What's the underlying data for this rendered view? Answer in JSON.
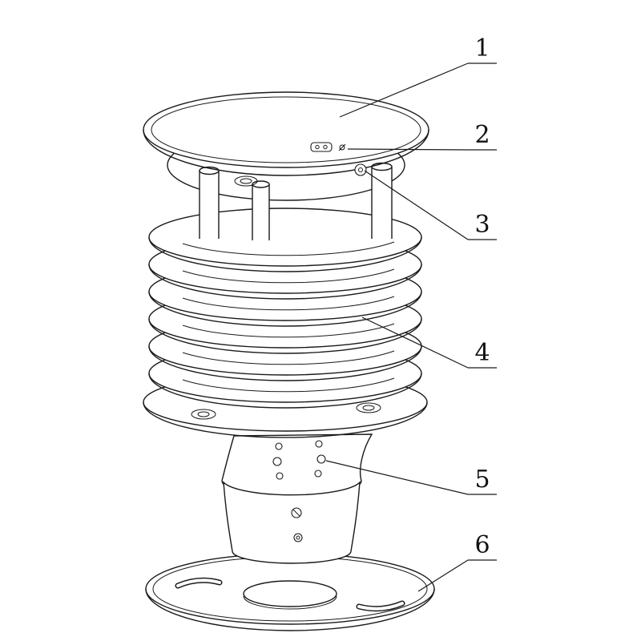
{
  "figure": {
    "background": "#ffffff",
    "line_color": "#1a1a1a"
  },
  "callouts": [
    {
      "label": "1"
    },
    {
      "label": "2"
    },
    {
      "label": "3"
    },
    {
      "label": "4"
    },
    {
      "label": "5"
    },
    {
      "label": "6"
    }
  ]
}
